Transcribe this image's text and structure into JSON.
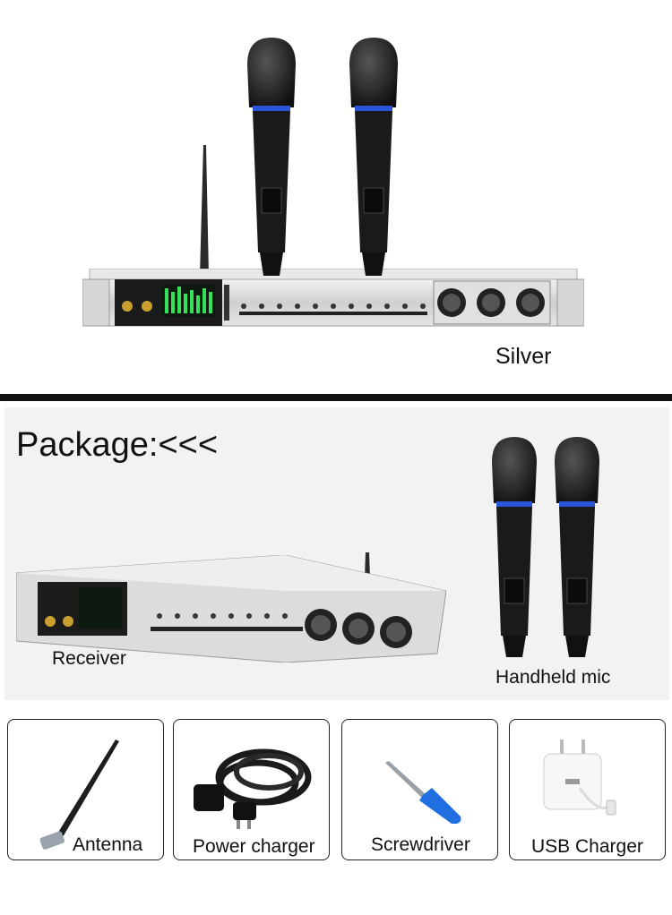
{
  "variant": {
    "color_label": "Silver"
  },
  "package": {
    "heading": "Package:<<<",
    "receiver_label": "Receiver",
    "handheld_label": "Handheld mic"
  },
  "items": [
    {
      "label": "Antenna",
      "icon": "antenna-icon"
    },
    {
      "label": "Power charger",
      "icon": "power-cable-icon"
    },
    {
      "label": "Screwdriver",
      "icon": "screwdriver-icon"
    },
    {
      "label": "USB Charger",
      "icon": "usb-charger-icon"
    }
  ],
  "colors": {
    "divider": "#111111",
    "panel_bg": "#f2f2f2",
    "accent_blue": "#2b55d8",
    "silver": "#d9d9d9"
  }
}
